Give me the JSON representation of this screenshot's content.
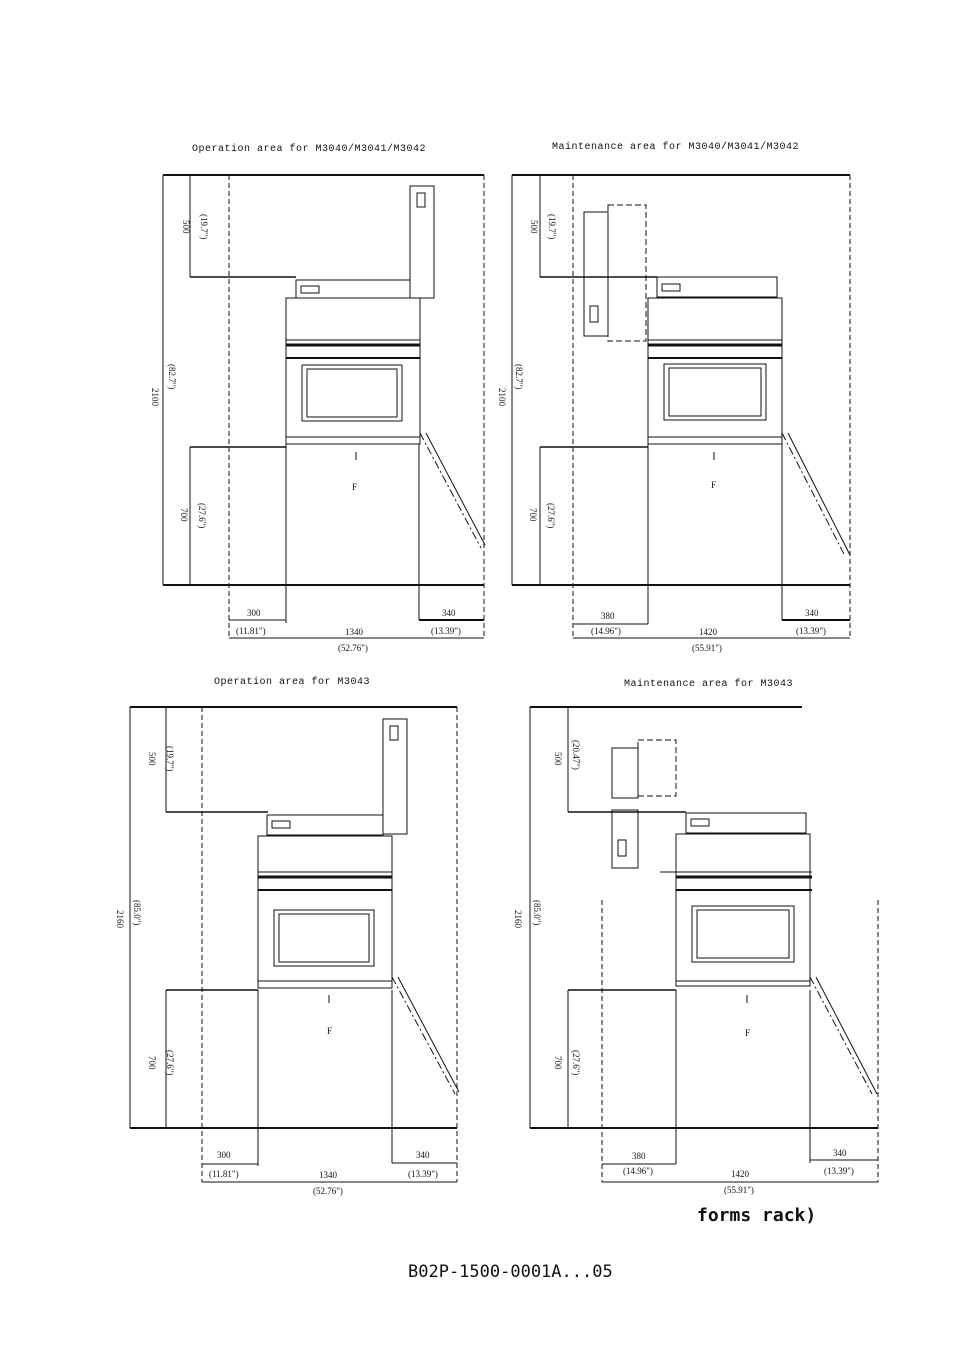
{
  "panels": [
    {
      "title": "Operation area for M3040/M3041/M3042",
      "h_total": "2100",
      "h_total_in": "(82.7\")",
      "h_top": "500",
      "h_top_in": "(19.7\")",
      "h_bottom": "700",
      "h_bottom_in": "(27.6\")",
      "w_left": "300",
      "w_left_in": "(11.81\")",
      "w_right": "340",
      "w_right_in": "(13.39\")",
      "w_total": "1340",
      "w_total_in": "(52.76\")",
      "front": "F"
    },
    {
      "title": "Maintenance area for M3040/M3041/M3042",
      "h_total": "2100",
      "h_total_in": "(82.7\")",
      "h_top": "500",
      "h_top_in": "(19.7\")",
      "h_bottom": "700",
      "h_bottom_in": "(27.6\")",
      "w_left": "380",
      "w_left_in": "(14.96\")",
      "w_right": "340",
      "w_right_in": "(13.39\")",
      "w_total": "1420",
      "w_total_in": "(55.91\")",
      "front": "F"
    },
    {
      "title": "Operation area for M3043",
      "h_total": "2160",
      "h_total_in": "(85.0\")",
      "h_top": "500",
      "h_top_in": "(19.7\")",
      "h_bottom": "700",
      "h_bottom_in": "(27.6\")",
      "w_left": "300",
      "w_left_in": "(11.81\")",
      "w_right": "340",
      "w_right_in": "(13.39\")",
      "w_total": "1340",
      "w_total_in": "(52.76\")",
      "front": "F"
    },
    {
      "title": "Maintenance area for M3043",
      "h_total": "2160",
      "h_total_in": "(85.0\")",
      "h_top": "500",
      "h_top_in": "(20.47\")",
      "h_bottom": "700",
      "h_bottom_in": "(27.6\")",
      "w_left": "380",
      "w_left_in": "(14.96\")",
      "w_right": "340",
      "w_right_in": "(13.39\")",
      "w_total": "1420",
      "w_total_in": "(55.91\")",
      "front": "F"
    }
  ],
  "note": "forms rack)",
  "footer": "B02P-1500-0001A...05"
}
